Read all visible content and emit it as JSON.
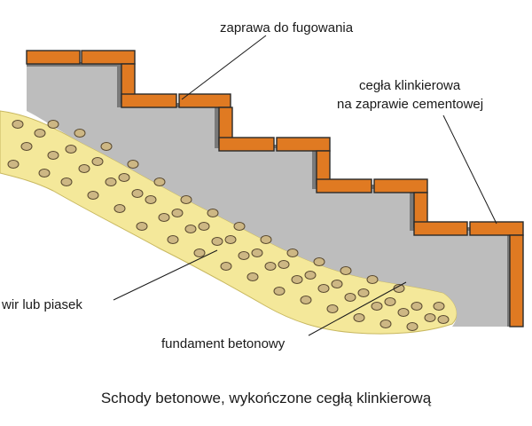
{
  "labels": {
    "mortar_joint": "zaprawa do fugowania",
    "clinker_brick_line1": "cegła klinkierowa",
    "clinker_brick_line2": "na zaprawie cementowej",
    "gravel_or_sand": "wir lub piasek",
    "concrete_foundation": "fundament betonowy"
  },
  "caption": "Schody betonowe, wykończone cegłą klinkierową",
  "colors": {
    "brick": "#e07a22",
    "mortar": "#7a7a7a",
    "concrete": "#bdbdbd",
    "gravel": "#f4e89a",
    "pebble": "#cdb784"
  }
}
